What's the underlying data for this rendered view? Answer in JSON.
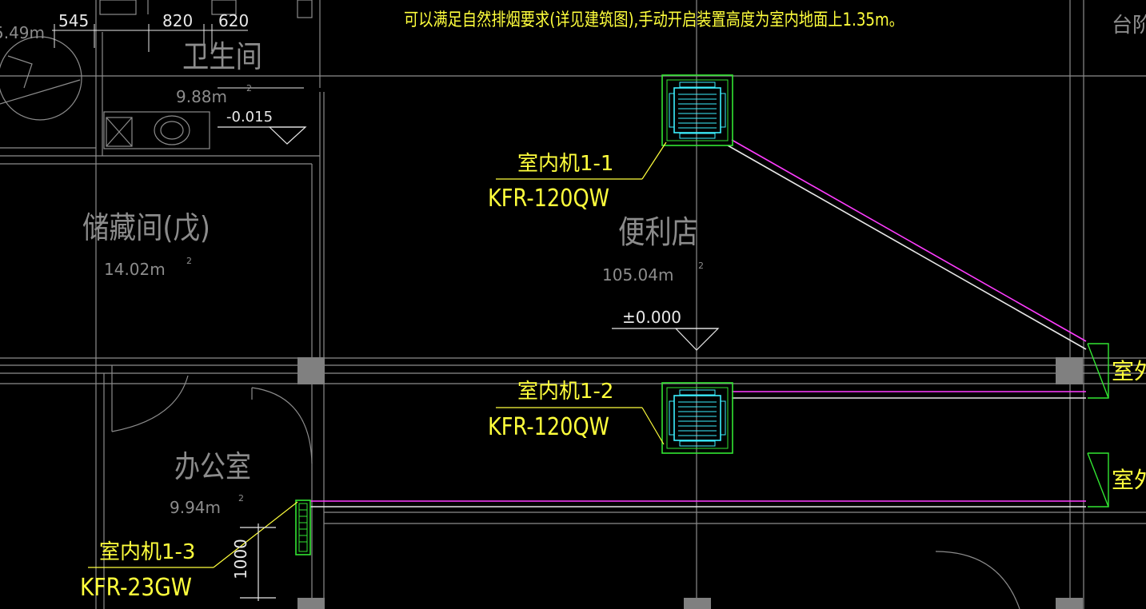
{
  "note": "可以满足自然排烟要求(详见建筑图),手动开启装置高度为室内地面上1.35m。",
  "top_right_partial": "台阶",
  "dims": {
    "d1": "545",
    "d2": "820",
    "d3": "620",
    "area_partial": "5.49m"
  },
  "rooms": {
    "restroom": {
      "name": "卫生间",
      "area": "9.88m",
      "sup": "2",
      "level": "-0.015"
    },
    "storage": {
      "name": "储藏间(戊)",
      "area": "14.02m",
      "sup": "2"
    },
    "store": {
      "name": "便利店",
      "area": "105.04m",
      "sup": "2",
      "level": "±0.000"
    },
    "office": {
      "name": "办公室",
      "area": "9.94m",
      "sup": "2"
    }
  },
  "units": [
    {
      "name": "室内机1-1",
      "model": "KFR-120QW"
    },
    {
      "name": "室内机1-2",
      "model": "KFR-120QW"
    },
    {
      "name": "室内机1-3",
      "model": "KFR-23GW"
    }
  ],
  "outdoor_units": [
    {
      "label": "室外机"
    },
    {
      "label": "室外机"
    }
  ],
  "height_dim": "1000",
  "colors": {
    "background": "#000000",
    "text_yellow": "#ffff3c",
    "grid_gray": "#8c8c8c",
    "pipe_magenta": "#ff3cff",
    "unit_green": "#32e632",
    "unit_cyan": "#3cf0ff",
    "column_gray": "#808080"
  }
}
